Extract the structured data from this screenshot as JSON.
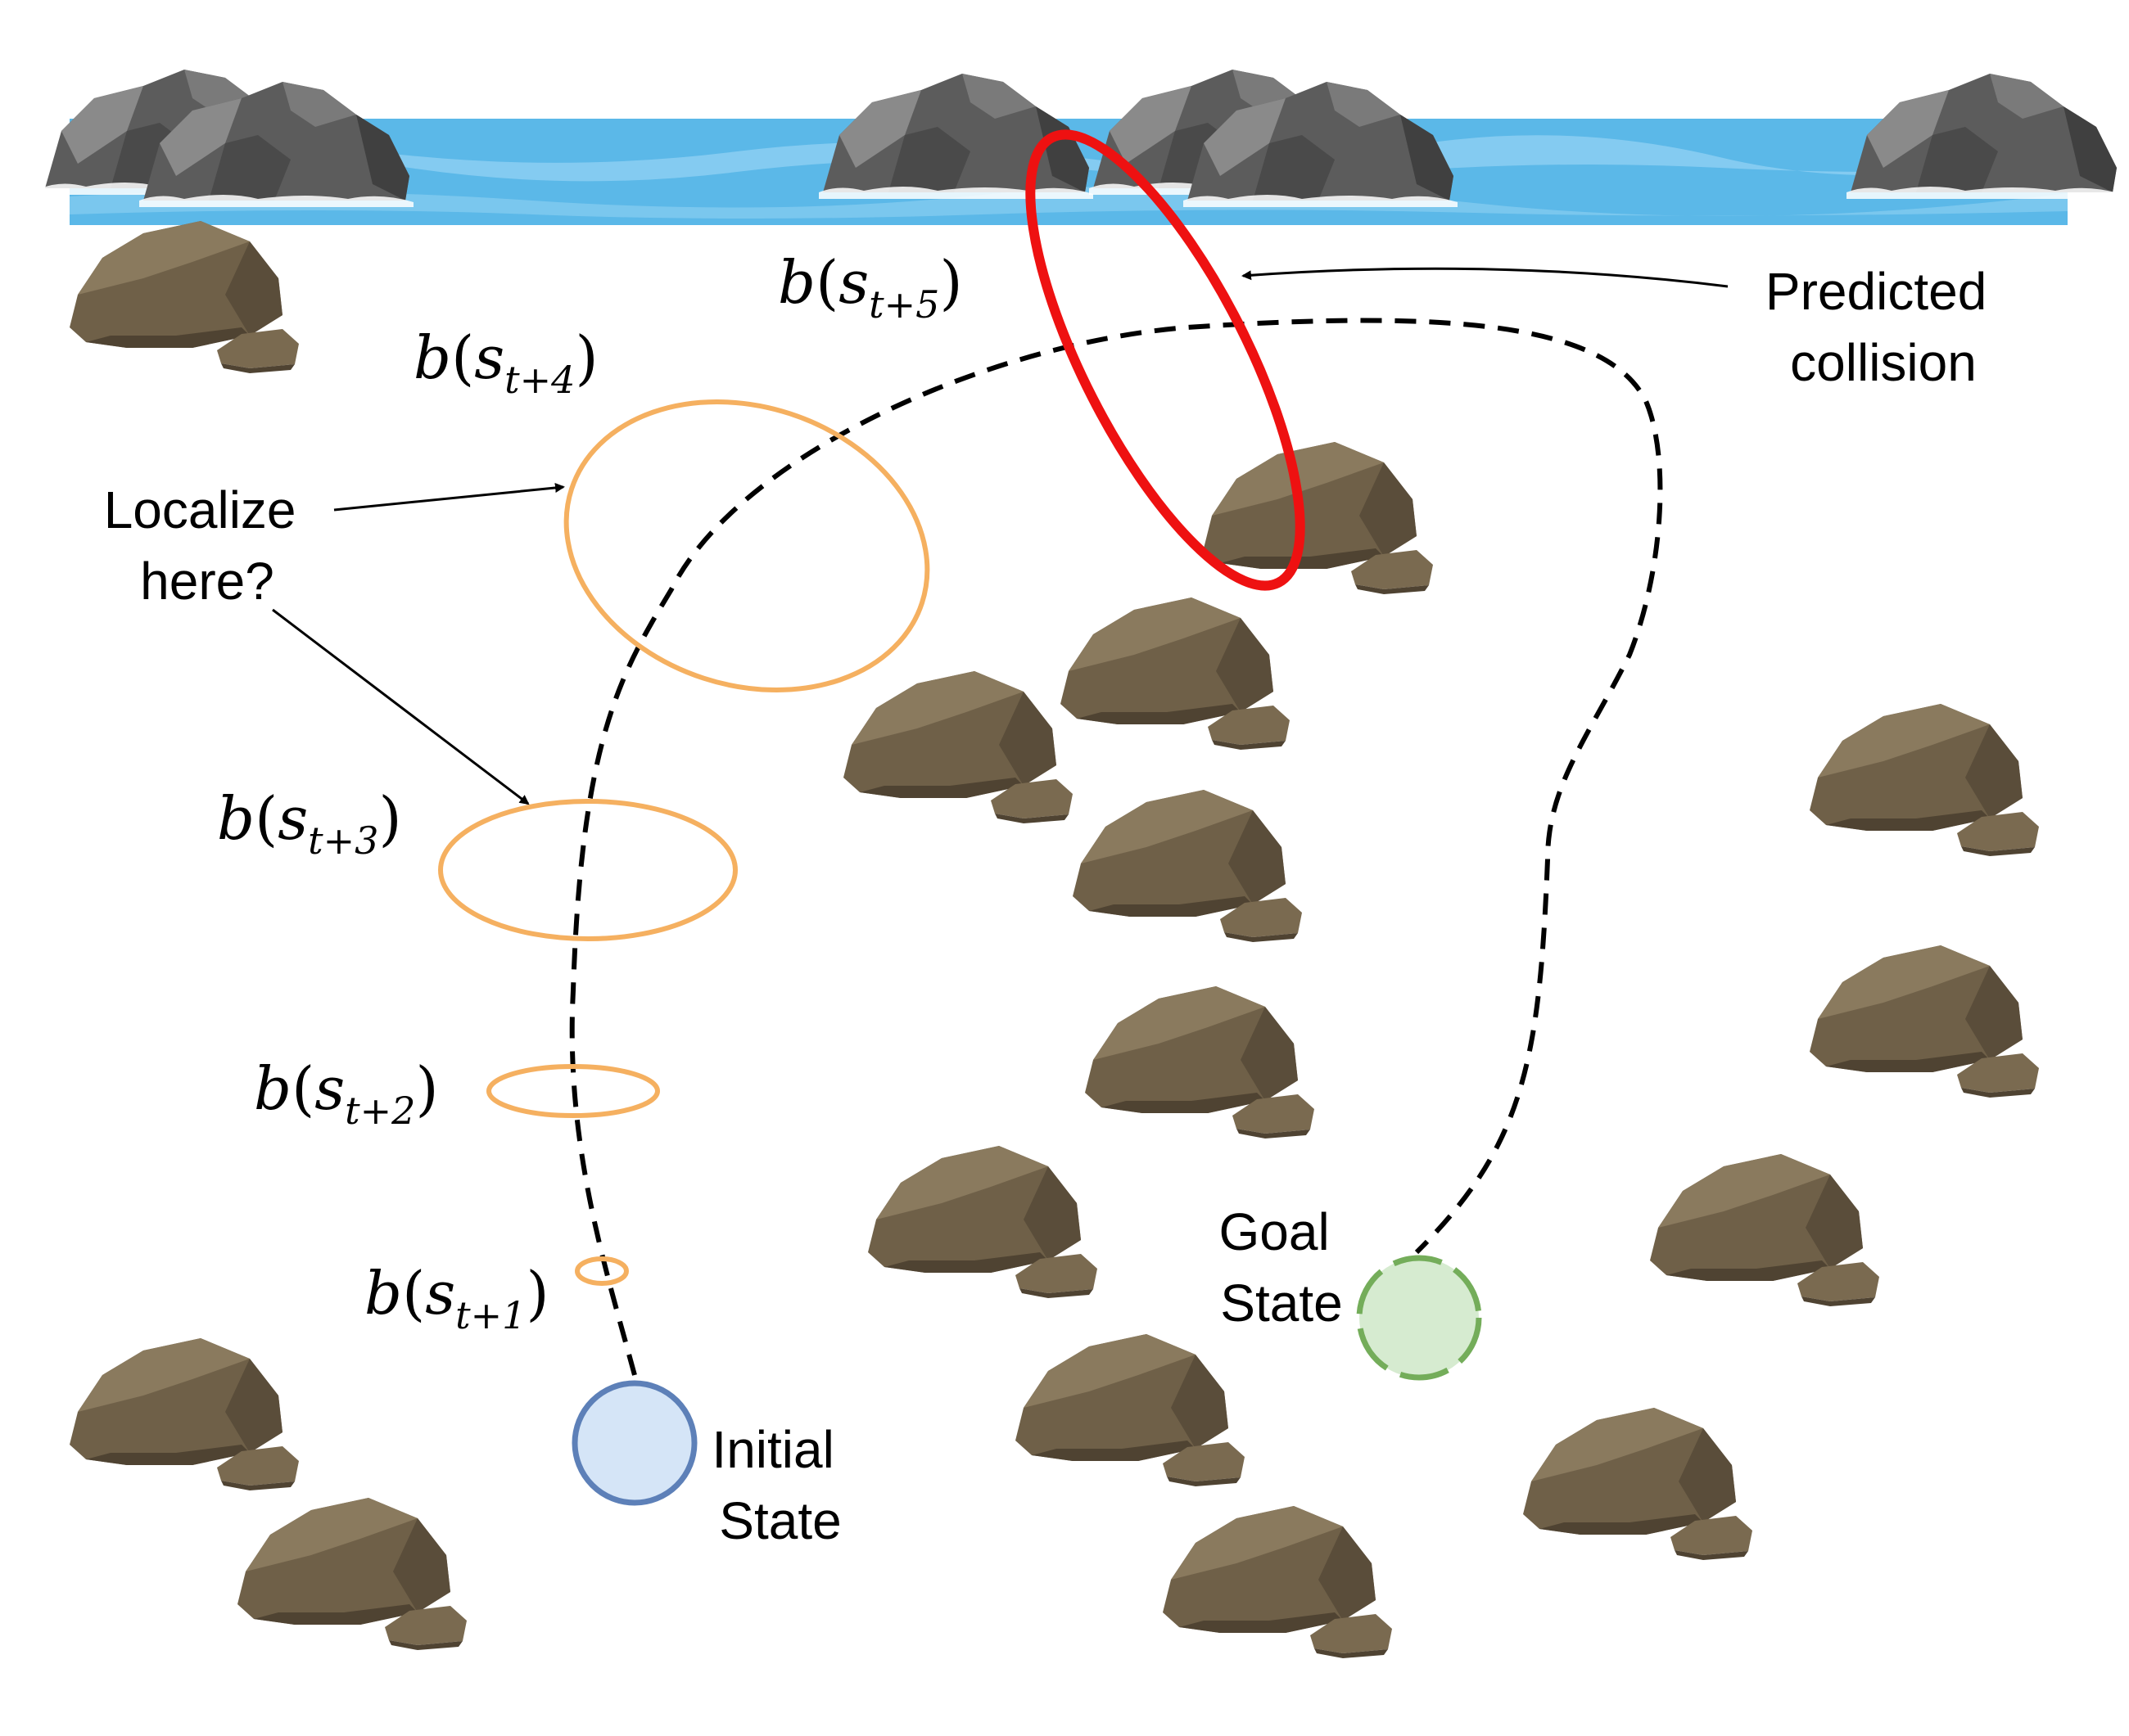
{
  "labels": {
    "predicted_collision": [
      "Predicted",
      "collision"
    ],
    "localize_here": [
      "Localize",
      "here?"
    ],
    "initial_state": [
      "Initial",
      "State"
    ],
    "goal_state": [
      "Goal",
      "State"
    ]
  },
  "beliefs": [
    {
      "fn": "b",
      "var": "s",
      "sub": "t+1"
    },
    {
      "fn": "b",
      "var": "s",
      "sub": "t+2"
    },
    {
      "fn": "b",
      "var": "s",
      "sub": "t+3"
    },
    {
      "fn": "b",
      "var": "s",
      "sub": "t+4"
    },
    {
      "fn": "b",
      "var": "s",
      "sub": "t+5"
    }
  ],
  "colors": {
    "water": "#5bb8e8",
    "water_light": "#8fd0f2",
    "water_rock": "#5c5c5c",
    "ground_rock": "#6f6048",
    "belief_ellipse": "#f5b060",
    "collision_ellipse": "#ee1111",
    "initial_state_fill": "#d5e5f7",
    "initial_state_stroke": "#5d80b8",
    "goal_state_fill": "#d6ebd0",
    "goal_state_stroke": "#74ad5a",
    "path": "#000000"
  },
  "icons": [
    "rock-icon",
    "water-rock-icon",
    "river-strip"
  ]
}
